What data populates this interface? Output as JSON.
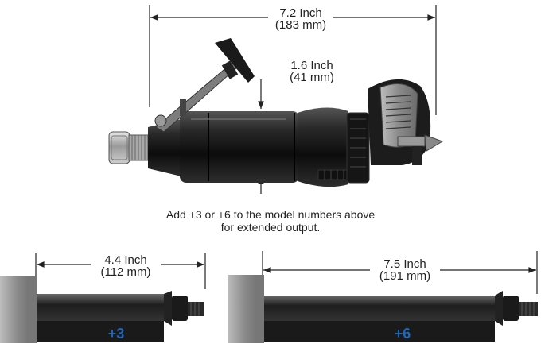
{
  "dimensions": {
    "overall": {
      "inch": "7.2 Inch",
      "mm": "(183 mm)"
    },
    "body_diameter": {
      "inch": "1.6 Inch",
      "mm": "(41 mm)"
    },
    "extension_3": {
      "inch": "4.4 Inch",
      "mm": "(112 mm)"
    },
    "extension_6": {
      "inch": "7.5 Inch",
      "mm": "(191 mm)"
    }
  },
  "note": {
    "line1": "Add +3 or +6 to the model numbers above",
    "line2": "for extended output."
  },
  "extensions": [
    {
      "label": "+3"
    },
    {
      "label": "+6"
    }
  ],
  "colors": {
    "accent": "#1f67b8",
    "tool_body": "#1a1a1a",
    "text": "#222222"
  }
}
